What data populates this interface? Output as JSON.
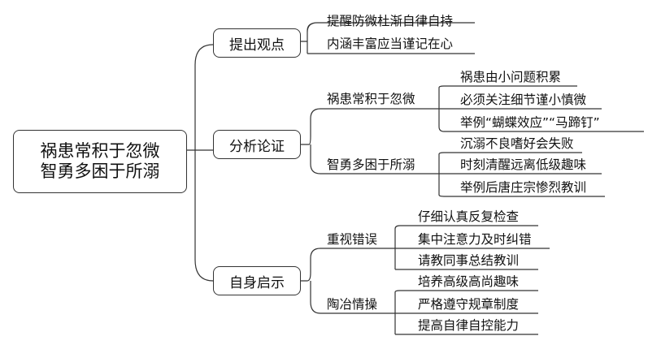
{
  "root": {
    "line1": "祸患常积于忽微",
    "line2": "智勇多困于所溺"
  },
  "branches": [
    {
      "label": "提出观点",
      "items": [
        "提醒防微杜渐自律自持",
        "内涵丰富应当谨记在心"
      ]
    },
    {
      "label": "分析论证",
      "groups": [
        {
          "label": "祸患常积于忽微",
          "items": [
            "祸患由小问题积累",
            "必须关注细节谨小慎微",
            "举例“蝴蝶效应”“马蹄钉”"
          ]
        },
        {
          "label": "智勇多困于所溺",
          "items": [
            "沉溺不良嗜好会失败",
            "时刻清醒远离低级趣味",
            "举例后唐庄宗惨烈教训"
          ]
        }
      ]
    },
    {
      "label": "自身启示",
      "groups": [
        {
          "label": "重视错误",
          "items": [
            "仔细认真反复检查",
            "集中注意力及时纠错",
            "请教同事总结教训"
          ]
        },
        {
          "label": "陶冶情操",
          "items": [
            "培养高级高尚趣味",
            "严格遵守规章制度",
            "提高自律自控能力"
          ]
        }
      ]
    }
  ]
}
